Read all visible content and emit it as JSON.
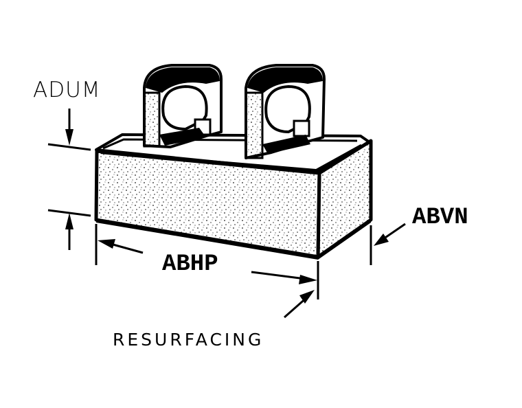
{
  "labels": {
    "adum": "ADUM",
    "abvn": "ABVN",
    "abhp": "ABHP",
    "caption": "RESURFACING"
  },
  "colors": {
    "ink": "#000000",
    "paper": "#ffffff",
    "stipple": "#1a1a1a"
  }
}
